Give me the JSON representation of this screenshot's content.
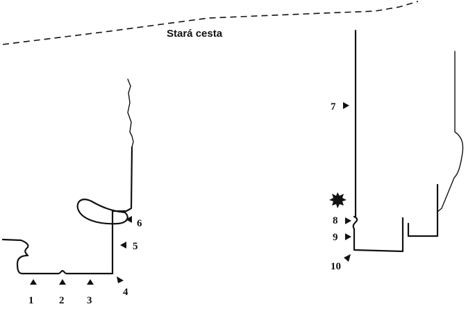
{
  "road": {
    "label": "Stará cesta"
  },
  "markers": [
    {
      "id": "1",
      "label": "1",
      "direction": "up"
    },
    {
      "id": "2",
      "label": "2",
      "direction": "up"
    },
    {
      "id": "3",
      "label": "3",
      "direction": "up"
    },
    {
      "id": "4",
      "label": "4",
      "direction": "up-left"
    },
    {
      "id": "5",
      "label": "5",
      "direction": "left"
    },
    {
      "id": "6",
      "label": "6",
      "direction": "left"
    },
    {
      "id": "7",
      "label": "7",
      "direction": "right"
    },
    {
      "id": "8",
      "label": "8",
      "direction": "right"
    },
    {
      "id": "9",
      "label": "9",
      "direction": "right"
    },
    {
      "id": "10",
      "label": "10",
      "direction": "up-right"
    }
  ],
  "symbols": {
    "star_icon": "star-burst-icon"
  },
  "colors": {
    "ink": "#111111",
    "background": "#ffffff"
  }
}
